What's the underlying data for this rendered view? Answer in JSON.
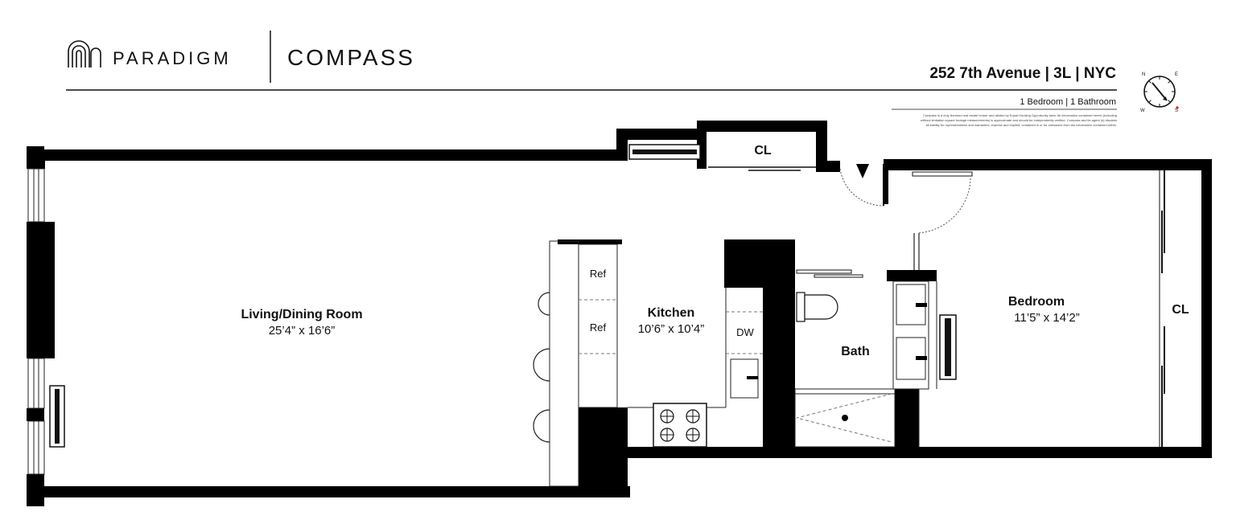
{
  "header": {
    "brand_left": "PARADIGM",
    "brand_right": "COMPASS",
    "address": "252 7th Avenue | 3L | NYC",
    "summary": "1 Bedroom | 1 Bathroom",
    "disclaimer_lines": [
      "Compass is a duly licensed real estate broker and abides by Equal Housing Opportunity laws. All information contained herein (including",
      "without limitation square footage measurements) is approximate and should be independently verified. Compass and its agent (s) disclaim",
      "all liability for representations and warranties, express and implied, contained in or for omissions from the information contained within."
    ],
    "accent_color": "#cc2222"
  },
  "compass_rose": {
    "letters": [
      "N",
      "E",
      "S",
      "W"
    ]
  },
  "rooms": {
    "living": {
      "name": "Living/Dining Room",
      "dims": "25’4” x 16’6”"
    },
    "kitchen": {
      "name": "Kitchen",
      "dims": "10’6” x 10’4”"
    },
    "bedroom": {
      "name": "Bedroom",
      "dims": "11’5” x 14’2”"
    },
    "bath": {
      "name": "Bath"
    },
    "closet_top": {
      "name": "CL"
    },
    "closet_bedroom": {
      "name": "CL"
    }
  },
  "fixtures": {
    "ref_1": "Ref",
    "ref_2": "Ref",
    "dishwasher": "DW"
  },
  "colors": {
    "wall": "#000000",
    "line": "#222222",
    "dashed": "#777777"
  }
}
